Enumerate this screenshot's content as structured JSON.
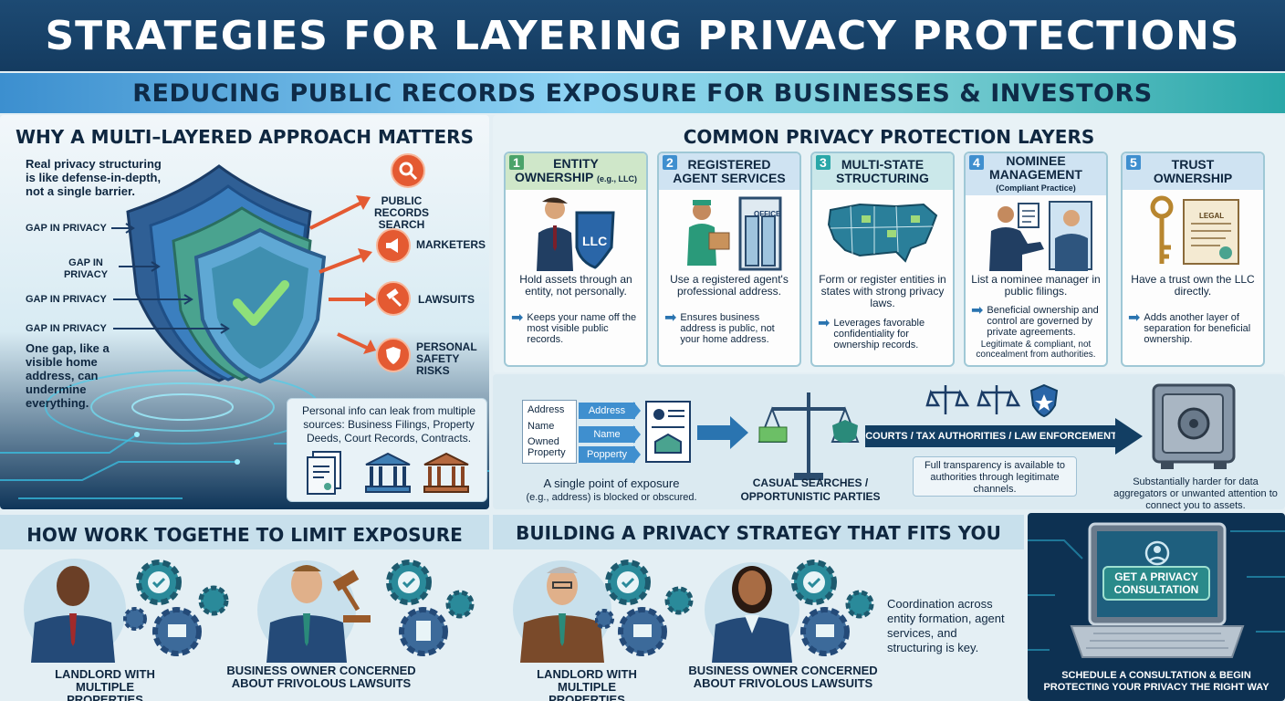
{
  "header": {
    "title": "STRATEGIES FOR LAYERING PRIVACY PROTECTIONS",
    "subtitle": "REDUCING PUBLIC RECORDS EXPOSURE FOR BUSINESSES & INVESTORS"
  },
  "why": {
    "title": "WHY A MULTI–LAYERED APPROACH MATTERS",
    "intro": "Real privacy structuring is like defense-in-depth, not a single barrier.",
    "gaps": [
      "GAP IN PRIVACY",
      "GAP IN PRIVACY",
      "GAP IN PRIVACY",
      "GAP IN PRIVACY"
    ],
    "gap_note": "One gap, like a visible home address, can undermine everything.",
    "risks": [
      "PUBLIC RECORDS SEARCH",
      "MARKETERS",
      "LAWSUITS",
      "PERSONAL SAFETY RISKS"
    ],
    "leak": "Personal info can leak from multiple sources: Business Filings, Property Deeds, Court Records, Contracts."
  },
  "layers": {
    "title": "COMMON PRIVACY PROTECTION LAYERS",
    "items": [
      {
        "num": "1",
        "title": "ENTITY",
        "title2": "OWNERSHIP",
        "sub": "(e.g., LLC)",
        "badge": "LLC",
        "desc": "Hold assets through an entity, not personally.",
        "bullet": "Keeps your name off the most visible public records.",
        "note": ""
      },
      {
        "num": "2",
        "title": "REGISTERED",
        "title2": "AGENT SERVICES",
        "sub": "",
        "badge": "OFFICE",
        "desc": "Use a registered agent's professional address.",
        "bullet": "Ensures business address is public, not your home address.",
        "note": ""
      },
      {
        "num": "3",
        "title": "MULTI-STATE",
        "title2": "STRUCTURING",
        "sub": "",
        "badge": "",
        "desc": "Form or register entities in states with strong privacy laws.",
        "bullet": "Leverages favorable confidentiality for ownership records.",
        "note": ""
      },
      {
        "num": "4",
        "title": "NOMINEE",
        "title2": "MANAGEMENT",
        "sub": "(Compliant Practice)",
        "badge": "",
        "desc": "List a nominee manager in public filings.",
        "bullet": "Beneficial ownership and control are governed by private agreements.",
        "note": "Legitimate & compliant, not concealment from authorities."
      },
      {
        "num": "5",
        "title": "TRUST",
        "title2": "OWNERSHIP",
        "sub": "",
        "badge": "LEGAL",
        "desc": "Have a trust own the LLC directly.",
        "bullet": "Adds another layer of separation for beneficial ownership.",
        "note": ""
      }
    ]
  },
  "flow": {
    "fields": [
      "Address",
      "Name",
      "Owned Property"
    ],
    "masked": [
      "Address",
      "Name",
      "Popperty"
    ],
    "exposure": "A single point of exposure",
    "exposure_sub": "(e.g., address) is blocked or obscured.",
    "casual": "CASUAL SEARCHES / OPPORTUNISTIC PARTIES",
    "courts": "COURTS / TAX AUTHORITIES / LAW ENFORCEMENT",
    "transparency": "Full transparency is available to authorities through legitimate channels.",
    "harder": "Substantially harder for data aggregators or unwanted attention to connect you to assets."
  },
  "how": {
    "title": "HOW WORK TOGETHE TO LIMIT EXPOSURE",
    "persona1": "LANDLORD WITH MULTIPLE PROPERTIES",
    "persona2": "BUSINESS OWNER CONCERNED ABOUT FRIVOLOUS LAWSUITS"
  },
  "build": {
    "title": "BUILDING A PRIVACY STRATEGY THAT FITS YOU",
    "persona1": "LANDLORD WITH MULTIPLE PROPERTIES",
    "persona2": "BUSINESS OWNER CONCERNED ABOUT FRIVOLOUS LAWSUITS",
    "coordination": "Coordination across entity formation, agent services, and structuring is key."
  },
  "cta": {
    "button": "GET A PRIVACY CONSULTATION",
    "tagline": "SCHEDULE A CONSULTATION & BEGIN PROTECTING YOUR PRIVACY THE RIGHT WAY"
  },
  "colors": {
    "navy": "#143b60",
    "accent_orange": "#e45a32",
    "green_header": "#cfe7c9",
    "blue_header": "#cfe3f2",
    "teal_header": "#cbe8ea",
    "arrow_blue": "#2a74b0"
  }
}
